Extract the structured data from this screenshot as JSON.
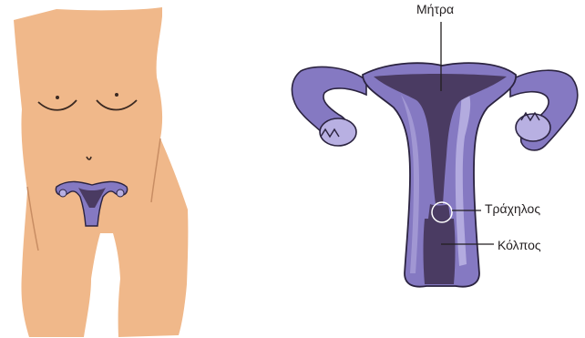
{
  "labels": {
    "uterus": "Μήτρα",
    "cervix": "Τράχηλος",
    "vagina": "Κόλπος"
  },
  "colors": {
    "skin": "#f0b88a",
    "skin_line": "#3b2a22",
    "organ": "#8579c2",
    "organ_light": "#b8b0e2",
    "organ_dark": "#4a3b62",
    "outline": "#2b2340",
    "leader": "#231f20"
  }
}
